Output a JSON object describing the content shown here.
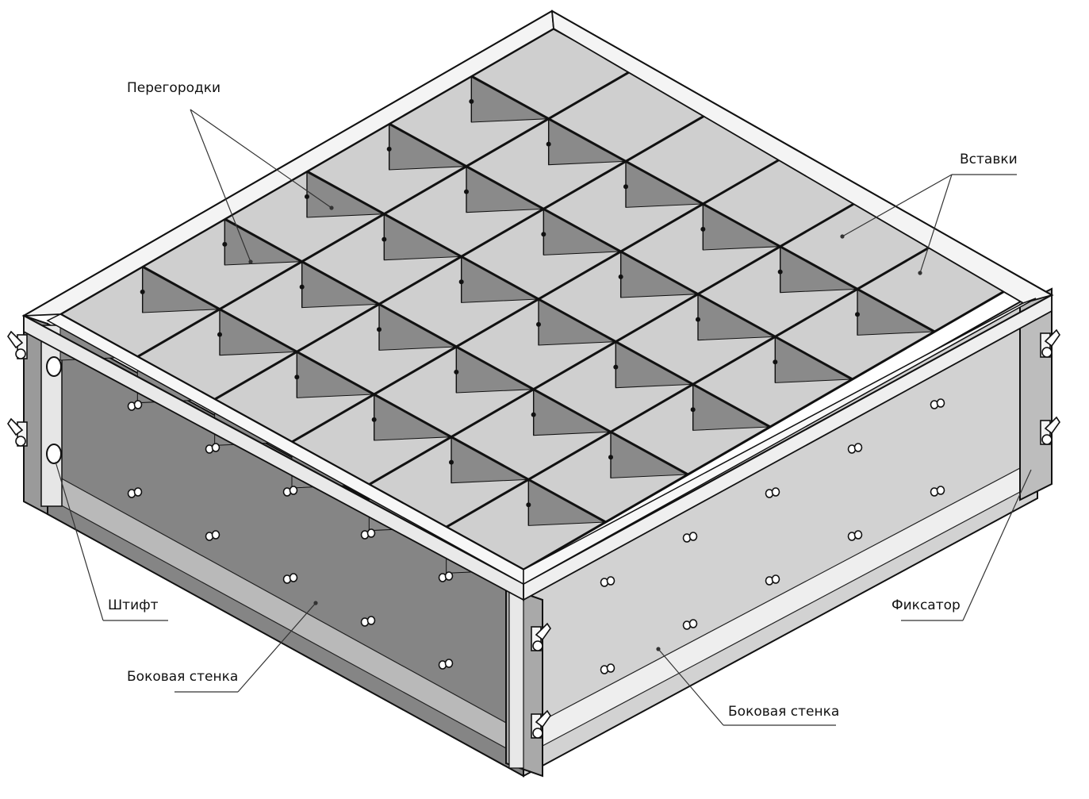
{
  "diagram": {
    "labels": {
      "partitions": "Перегородки",
      "inserts": "Вставки",
      "pin": "Штифт",
      "side_wall_left": "Боковая стенка",
      "side_wall_right": "Боковая стенка",
      "latch": "Фиксатор"
    },
    "grid": {
      "rows": 6,
      "cols": 6
    },
    "colors": {
      "outline": "#111111",
      "frame": "#f2f2f2",
      "wall_left": "#858585",
      "wall_right": "#d2d2d2",
      "cell_light": "#cfcfcf",
      "cell_dark": "#8a8a8a",
      "background": "#ffffff"
    }
  }
}
